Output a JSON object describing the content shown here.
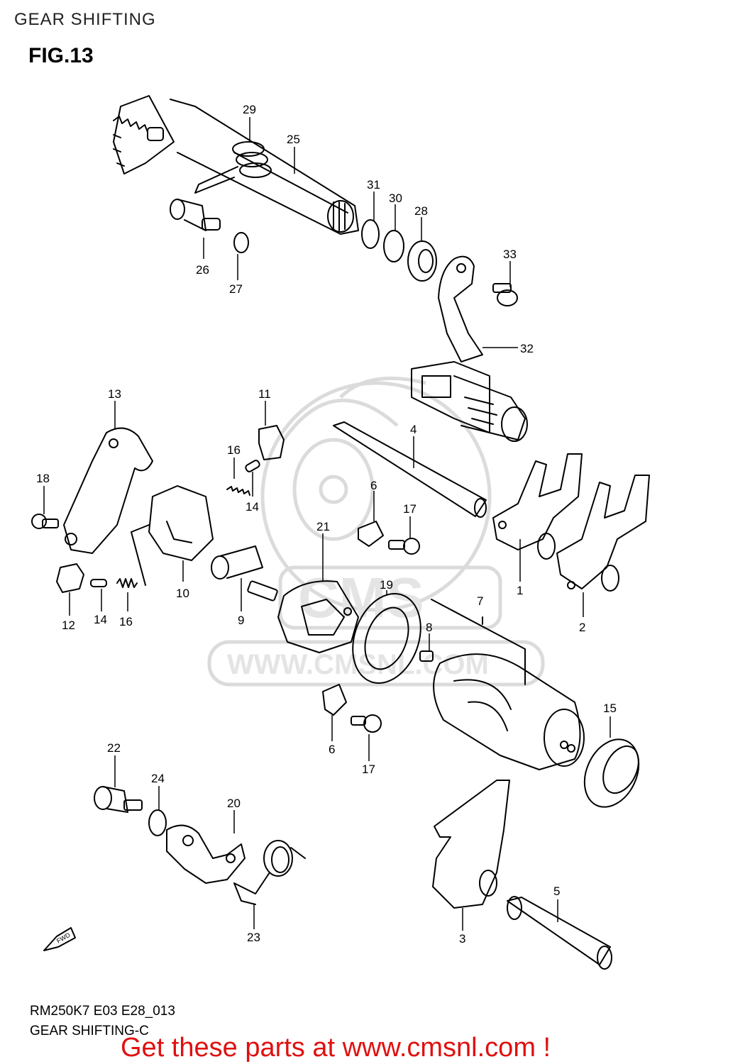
{
  "header": {
    "title": "GEAR SHIFTING",
    "figure": "FIG.13"
  },
  "parts": [
    {
      "no": "29"
    },
    {
      "no": "25"
    },
    {
      "no": "31"
    },
    {
      "no": "30"
    },
    {
      "no": "28"
    },
    {
      "no": "33"
    },
    {
      "no": "26"
    },
    {
      "no": "27"
    },
    {
      "no": "32"
    },
    {
      "no": "13"
    },
    {
      "no": "11"
    },
    {
      "no": "4"
    },
    {
      "no": "16"
    },
    {
      "no": "18"
    },
    {
      "no": "14"
    },
    {
      "no": "6"
    },
    {
      "no": "17"
    },
    {
      "no": "21"
    },
    {
      "no": "1"
    },
    {
      "no": "19"
    },
    {
      "no": "10"
    },
    {
      "no": "7"
    },
    {
      "no": "2"
    },
    {
      "no": "12"
    },
    {
      "no": "14"
    },
    {
      "no": "16"
    },
    {
      "no": "9"
    },
    {
      "no": "8"
    },
    {
      "no": "15"
    },
    {
      "no": "6"
    },
    {
      "no": "17"
    },
    {
      "no": "22"
    },
    {
      "no": "24"
    },
    {
      "no": "20"
    },
    {
      "no": "5"
    },
    {
      "no": "23"
    },
    {
      "no": "3"
    }
  ],
  "fwd_mark": "FWD",
  "watermark": {
    "text": "CMS",
    "url": "WWW.CMSNL.COM"
  },
  "footer": {
    "code": "RM250K7 E03 E28_013",
    "subtitle": "GEAR SHIFTING-C"
  },
  "banner": "Get these parts at www.cmsnl.com !",
  "colors": {
    "banner": "#e01010",
    "lines": "#000000",
    "watermark": "#d8d8d8"
  }
}
